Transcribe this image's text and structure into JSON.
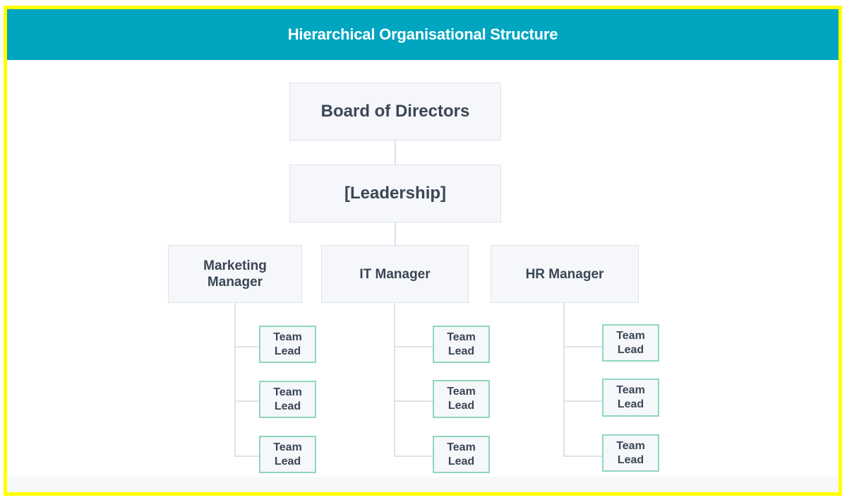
{
  "header": {
    "title": "Hierarchical Organisational Structure"
  },
  "colors": {
    "header_bg": "#00a5bf",
    "frame_border": "#ffff00",
    "node_bg": "#f5f7fa",
    "node_border": "#dde3ea",
    "team_lead_border": "#8fd6c2",
    "text": "#3b4656",
    "connector": "#dde3ea"
  },
  "org": {
    "board": {
      "label": "Board of Directors"
    },
    "leadership": {
      "label": "[Leadership]"
    },
    "managers": [
      {
        "label": "Marketing Manager",
        "team_leads": [
          {
            "label": "Team Lead"
          },
          {
            "label": "Team Lead"
          },
          {
            "label": "Team Lead"
          }
        ]
      },
      {
        "label": "IT Manager",
        "team_leads": [
          {
            "label": "Team Lead"
          },
          {
            "label": "Team Lead"
          },
          {
            "label": "Team Lead"
          }
        ]
      },
      {
        "label": "HR Manager",
        "team_leads": [
          {
            "label": "Team Lead"
          },
          {
            "label": "Team Lead"
          },
          {
            "label": "Team Lead"
          }
        ]
      }
    ]
  }
}
